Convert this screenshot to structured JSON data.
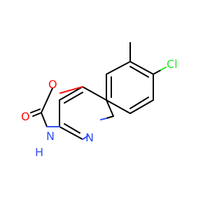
{
  "molecule": {
    "atoms": {
      "methyl_carbon": "",
      "chlorine": "Cl",
      "ring_oxygen": "O",
      "carbonyl_oxygen": "O",
      "ring_nh": "N",
      "nh_hydrogen": "H",
      "pyridine_nitrogen": "N"
    }
  },
  "colors": {
    "bond": "#000000",
    "oxygen": "#ff0d0d",
    "nitrogen": "#3050f8",
    "chlorine": "#1ff01f",
    "background": "#ffffff"
  }
}
